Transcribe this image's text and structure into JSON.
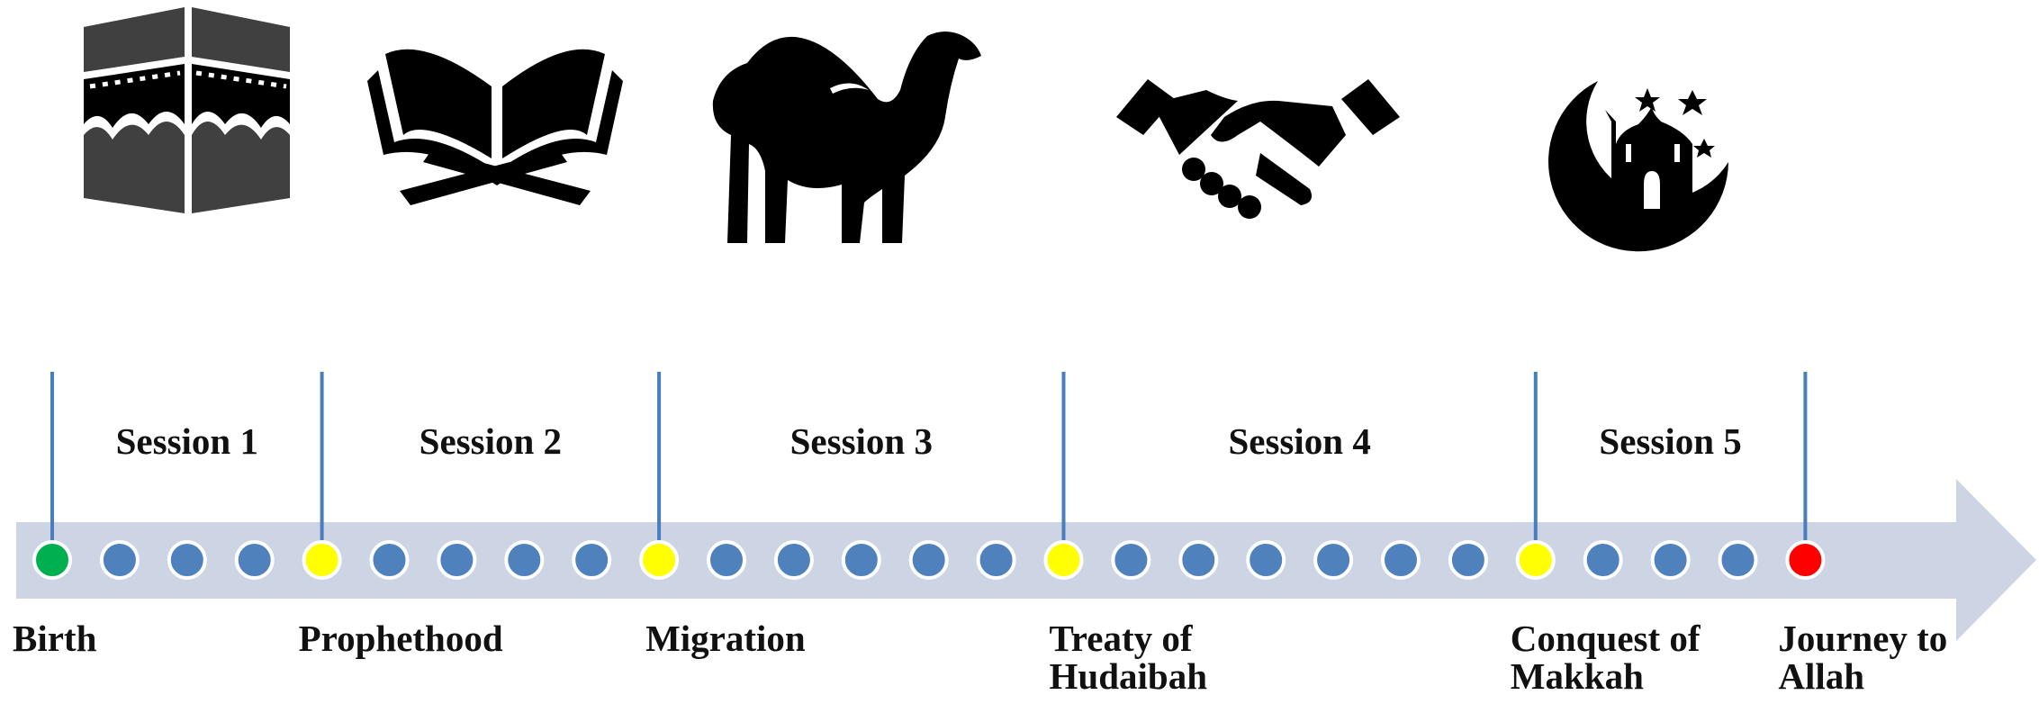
{
  "colors": {
    "arrow": "#CDD5E5",
    "dot_blue": "#4F81BD",
    "dot_yellow": "#FFFF00",
    "dot_green": "#00B050",
    "dot_red": "#FF0000",
    "line": "#4A7EBB",
    "icon": "#000000",
    "kaaba_icon": "#404040"
  },
  "icons": [
    {
      "name": "kaaba-icon"
    },
    {
      "name": "quran-icon"
    },
    {
      "name": "camel-icon"
    },
    {
      "name": "handshake-icon"
    },
    {
      "name": "mosque-crescent-icon"
    }
  ],
  "timeline": {
    "dots": [
      "green",
      "blue",
      "blue",
      "blue",
      "yellow",
      "blue",
      "blue",
      "blue",
      "blue",
      "yellow",
      "blue",
      "blue",
      "blue",
      "blue",
      "blue",
      "yellow",
      "blue",
      "blue",
      "blue",
      "blue",
      "blue",
      "blue",
      "yellow",
      "blue",
      "blue",
      "blue",
      "red"
    ],
    "sessions": [
      {
        "label": "Session 1"
      },
      {
        "label": "Session 2"
      },
      {
        "label": "Session 3"
      },
      {
        "label": "Session 4"
      },
      {
        "label": "Session 5"
      }
    ],
    "events": [
      {
        "line1": "Birth",
        "line2": ""
      },
      {
        "line1": "Prophethood",
        "line2": ""
      },
      {
        "line1": "Migration",
        "line2": ""
      },
      {
        "line1": "Treaty of",
        "line2": "Hudaibah"
      },
      {
        "line1": "Conquest of",
        "line2": "Makkah"
      },
      {
        "line1": "Journey to",
        "line2": "Allah"
      }
    ]
  }
}
